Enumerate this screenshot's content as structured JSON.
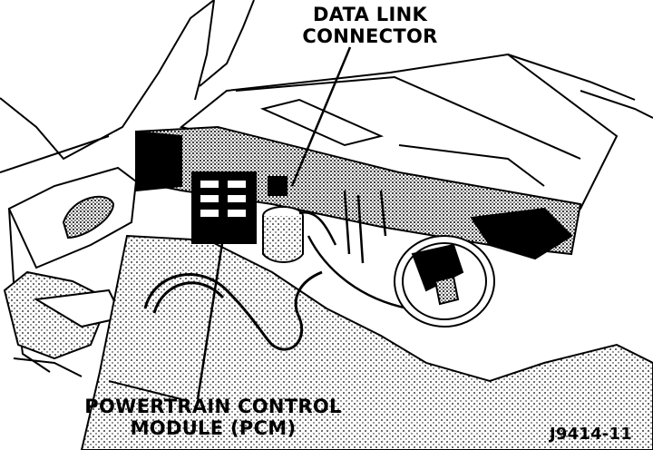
{
  "labels": {
    "data_link_connector": [
      "DATA LINK",
      "CONNECTOR"
    ],
    "pcm": [
      "POWERTRAIN CONTROL",
      "MODULE (PCM)"
    ]
  },
  "figure_code": "J9414-11"
}
